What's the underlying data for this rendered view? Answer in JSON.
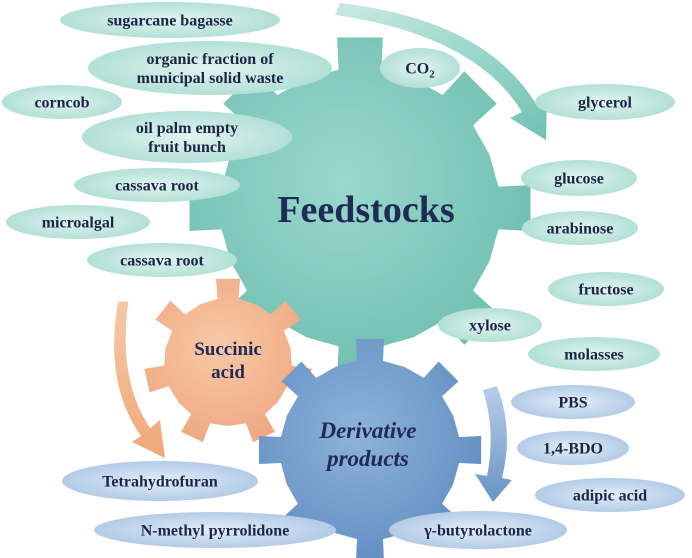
{
  "feedstock_pills": [
    {
      "lines": [
        "sugarcane bagasse"
      ]
    },
    {
      "lines": [
        "organic fraction of",
        "municipal solid waste"
      ]
    },
    {
      "lines": [
        "CO₂"
      ]
    },
    {
      "lines": [
        "corncob"
      ]
    },
    {
      "lines": [
        "oil palm empty",
        "fruit bunch"
      ]
    },
    {
      "lines": [
        "cassava root"
      ]
    },
    {
      "lines": [
        "microalgal"
      ]
    },
    {
      "lines": [
        "cassava root"
      ]
    },
    {
      "lines": [
        "glycerol"
      ]
    },
    {
      "lines": [
        "glucose"
      ]
    },
    {
      "lines": [
        "arabinose"
      ]
    },
    {
      "lines": [
        "fructose"
      ]
    },
    {
      "lines": [
        "xylose"
      ]
    },
    {
      "lines": [
        "molasses"
      ]
    }
  ],
  "product_pills": [
    {
      "lines": [
        "PBS"
      ]
    },
    {
      "lines": [
        "1,4-BDO"
      ]
    },
    {
      "lines": [
        "adipic acid"
      ]
    },
    {
      "lines": [
        "γ-butyrolactone"
      ]
    },
    {
      "lines": [
        "Tetrahydrofuran"
      ]
    },
    {
      "lines": [
        "N-methyl pyrrolidone"
      ]
    }
  ],
  "gears": {
    "feedstocks": {
      "label": "Feedstocks"
    },
    "succinic": {
      "lines": [
        "Succinic",
        "acid"
      ]
    },
    "derivative": {
      "lines": [
        "Derivative",
        "products"
      ]
    }
  },
  "colors": {
    "teal_gear": "#7ec9bc",
    "teal_pill": "#bfe5dd",
    "salmon_gear": "#f2b690",
    "blue_gear": "#6f9ac9",
    "blue_pill": "#c3d6ec"
  }
}
